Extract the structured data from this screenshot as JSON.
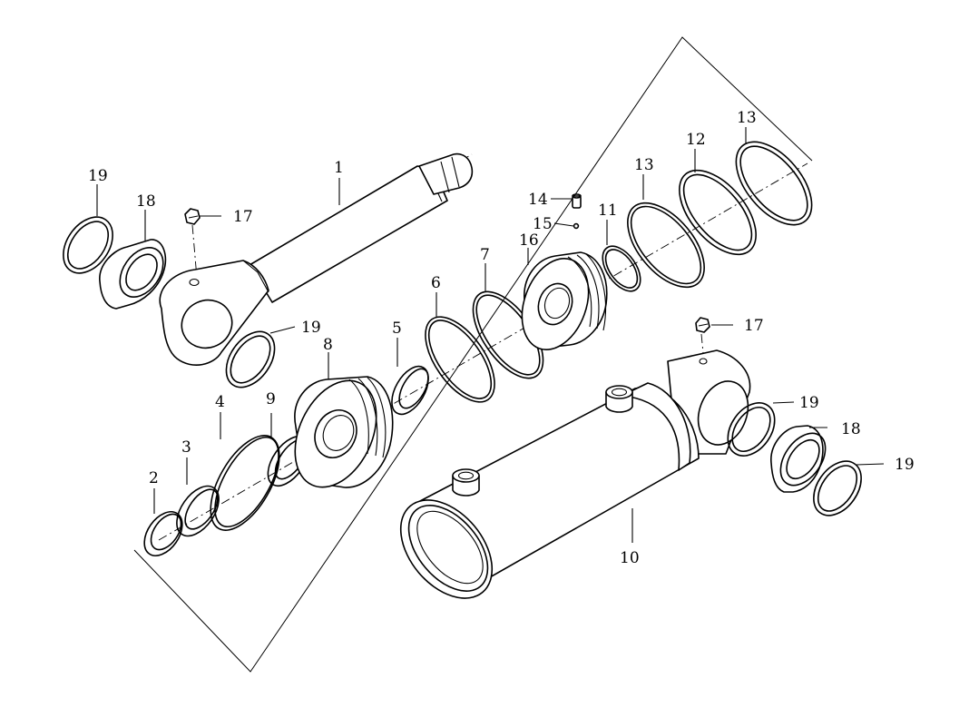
{
  "diagram": {
    "callouts": [
      {
        "id": "c1",
        "text": "1"
      },
      {
        "id": "c2",
        "text": "2"
      },
      {
        "id": "c3",
        "text": "3"
      },
      {
        "id": "c4",
        "text": "4"
      },
      {
        "id": "c5",
        "text": "5"
      },
      {
        "id": "c6",
        "text": "6"
      },
      {
        "id": "c7",
        "text": "7"
      },
      {
        "id": "c8",
        "text": "8"
      },
      {
        "id": "c9",
        "text": "9"
      },
      {
        "id": "c10",
        "text": "10"
      },
      {
        "id": "c11",
        "text": "11"
      },
      {
        "id": "c12",
        "text": "12"
      },
      {
        "id": "c13a",
        "text": "13"
      },
      {
        "id": "c13b",
        "text": "13"
      },
      {
        "id": "c14",
        "text": "14"
      },
      {
        "id": "c15",
        "text": "15"
      },
      {
        "id": "c16",
        "text": "16"
      },
      {
        "id": "c17a",
        "text": "17"
      },
      {
        "id": "c17b",
        "text": "17"
      },
      {
        "id": "c18a",
        "text": "18"
      },
      {
        "id": "c18b",
        "text": "18"
      },
      {
        "id": "c19a",
        "text": "19"
      },
      {
        "id": "c19b",
        "text": "19"
      },
      {
        "id": "c19c",
        "text": "19"
      },
      {
        "id": "c19d",
        "text": "19"
      }
    ]
  }
}
